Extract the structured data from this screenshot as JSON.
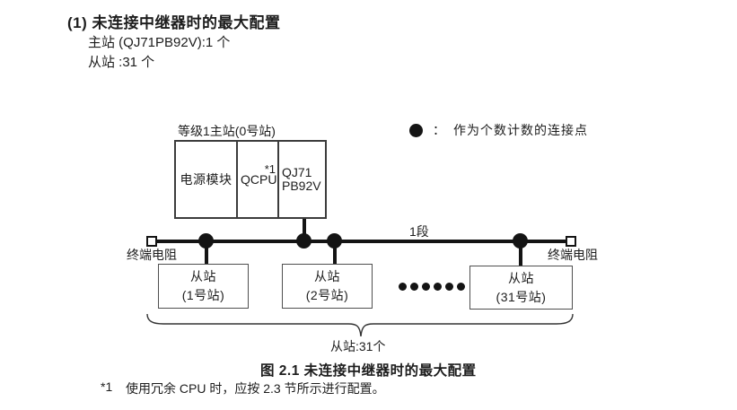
{
  "header": {
    "title": "(1) 未连接中继器时的最大配置",
    "master_count_line": "主站 (QJ71PB92V):1 个",
    "slave_count_line": "从站 :31 个"
  },
  "legend": {
    "symbol": "connection-point-dot",
    "colon": "：",
    "text": "作为个数计数的连接点"
  },
  "diagram": {
    "master": {
      "label": "等级1主站(0号站)",
      "cells": [
        {
          "text": "电源模块"
        },
        {
          "text": "QCPU",
          "superscript": "*1"
        },
        {
          "line1": "QJ71",
          "line2": "PB92V"
        }
      ]
    },
    "segment_label": "1段",
    "terminator_left": "终端电阻",
    "terminator_right": "终端电阻",
    "slaves": [
      {
        "line1": "从站",
        "line2": "(1号站)"
      },
      {
        "line1": "从站",
        "line2": "(2号站)"
      },
      {
        "line1": "从站",
        "line2": "(31号站)"
      }
    ],
    "brace_label": "从站:31个"
  },
  "caption": "图 2.1 未连接中继器时的最大配置",
  "footnote": {
    "marker": "*1",
    "text": "使用冗余 CPU 时，应按 2.3 节所示进行配置。"
  },
  "colors": {
    "line": "#141414",
    "box_border": "#3c3c3c",
    "text": "#1d1d1d",
    "background": "#ffffff"
  }
}
